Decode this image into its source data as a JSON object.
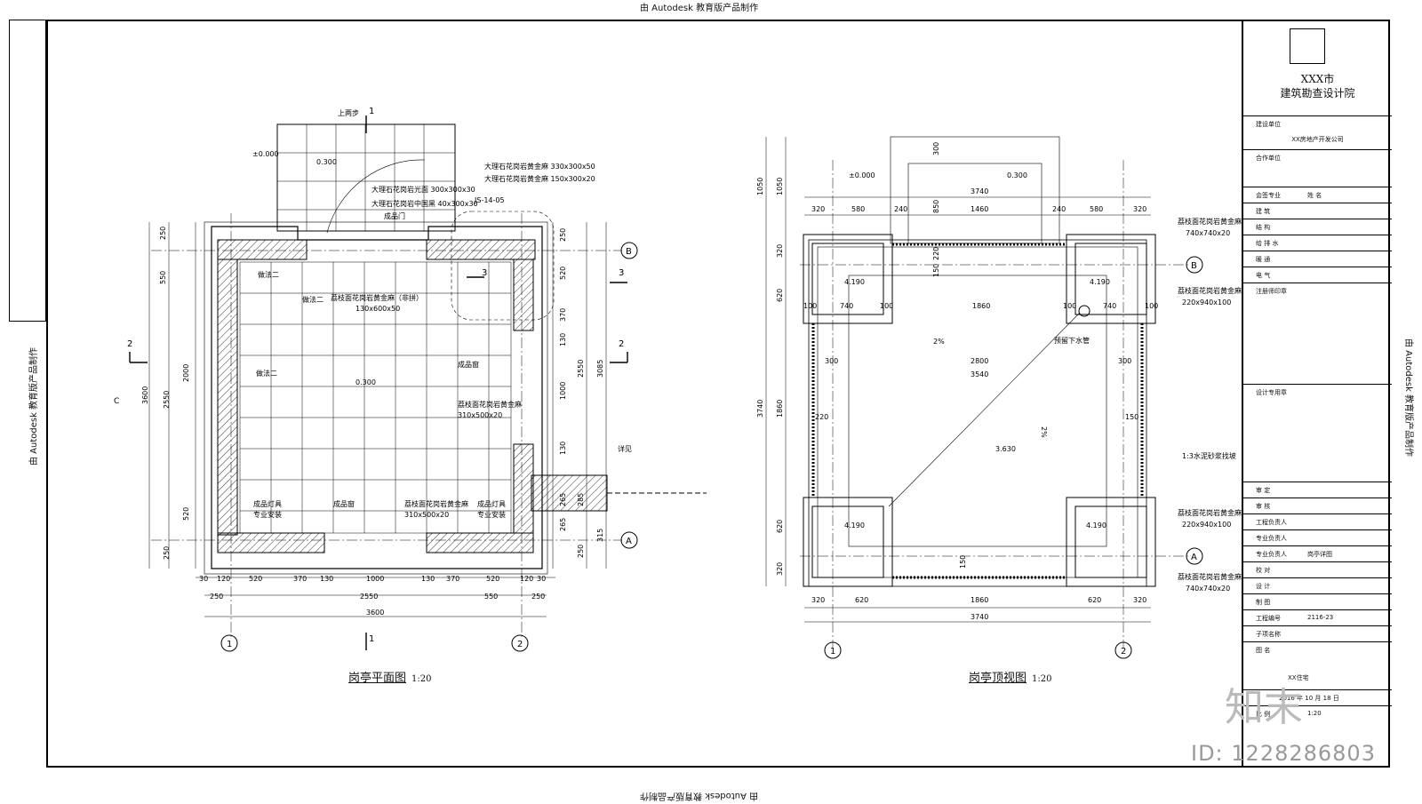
{
  "watermarks": {
    "top": "由 Autodesk 教育版产品制作",
    "side": "由 Autodesk 教育版产品制作"
  },
  "title_block": {
    "institute_city": "XXX市",
    "institute_name": "建筑勘查设计院",
    "client_label": "建设单位",
    "client_value": "XX房地产开发公司",
    "project_label": "合作单位",
    "disciplines": [
      {
        "k": "会签专业",
        "v": "姓 名"
      },
      {
        "k": "建 筑",
        "v": ""
      },
      {
        "k": "结 构",
        "v": ""
      },
      {
        "k": "给 排 水",
        "v": ""
      },
      {
        "k": "暖 通",
        "v": ""
      },
      {
        "k": "电 气",
        "v": ""
      }
    ],
    "notes_label": "注册师印章",
    "stamp_label": "设计专用章",
    "staff": [
      {
        "k": "审 定",
        "v": ""
      },
      {
        "k": "审 核",
        "v": ""
      },
      {
        "k": "工程负责人",
        "v": ""
      },
      {
        "k": "专业负责人",
        "v": ""
      },
      {
        "k": "专业负责人",
        "v": "岗亭详图"
      },
      {
        "k": "校 对",
        "v": ""
      },
      {
        "k": "设 计",
        "v": ""
      },
      {
        "k": "制 图",
        "v": ""
      }
    ],
    "job_no_label": "工程编号",
    "job_no": "2116-23",
    "subproject_label": "子项名称",
    "drawing_label": "图 名",
    "project_name": "XX住宅",
    "date": "2016 年 10 月 18 日",
    "scale_label": "比 例",
    "scale_value": "1:20"
  },
  "drawings": {
    "plan_caption": "岗亭平面图",
    "plan_scale": "1:20",
    "roof_caption": "岗亭顶视图",
    "roof_scale": "1:20"
  },
  "plan": {
    "elevations": [
      "±0.000",
      "0.300",
      "0.300"
    ],
    "labels": [
      "上两步",
      "大理石花岗岩黄金麻 330x300x50",
      "大理石花岗岩黄金麻 150x300x20",
      "大理石花岗岩光面 300x300x30",
      "大理石花岗岩中国黑 40x300x30",
      "成品门",
      "JS-14-05",
      "做法二",
      "做法二",
      "荔枝面花岗岩黄金麻（非拼）",
      "130x600x50",
      "做法二",
      "成品窗",
      "荔枝面花岗岩黄金麻",
      "310x500x20",
      "详见",
      "成品灯具",
      "专业安装",
      "成品窗",
      "荔枝面花岗岩黄金麻",
      "310x500x20",
      "成品灯具",
      "专业安装"
    ],
    "dims_bottom_1": [
      "30",
      "120",
      "520",
      "370",
      "130",
      "1000",
      "130",
      "370",
      "520",
      "120",
      "30"
    ],
    "dims_bottom_2": [
      "250",
      "2550",
      "550",
      "250"
    ],
    "dims_total": "3600",
    "dims_left": [
      "250",
      "550",
      "2000",
      "3600",
      "2550",
      "520",
      "250"
    ],
    "dims_right": [
      "250",
      "520",
      "370",
      "130",
      "1000",
      "130",
      "2550",
      "3085",
      "265",
      "285",
      "265",
      "315",
      "250"
    ],
    "axes": [
      "1",
      "2",
      "A",
      "B",
      "C"
    ],
    "sections": [
      "1",
      "1",
      "2",
      "2",
      "3",
      "3"
    ]
  },
  "roof": {
    "elevations": [
      "±0.000",
      "0.300",
      "4.190",
      "4.190",
      "4.190",
      "4.190",
      "3.630"
    ],
    "dims_top": [
      "320",
      "580",
      "240",
      "1460",
      "240",
      "580",
      "320"
    ],
    "dims_top_total": "3740",
    "dims_inner": [
      "100",
      "740",
      "100",
      "1860",
      "100",
      "740",
      "100"
    ],
    "dims_mid": [
      "2800",
      "3540"
    ],
    "dims_bottom": [
      "320",
      "620",
      "1860",
      "620",
      "320"
    ],
    "dims_bottom_total": "3740",
    "dims_left": [
      "1050",
      "1050",
      "320",
      "620",
      "1860",
      "3740",
      "620",
      "320"
    ],
    "dims_small": [
      "300",
      "850",
      "220",
      "150",
      "300",
      "300",
      "220",
      "150",
      "150"
    ],
    "slopes": [
      "2%",
      "2%"
    ],
    "labels": [
      "荔枝面花岗岩黄金麻",
      "740x740x20",
      "荔枝面花岗岩黄金麻",
      "220x940x100",
      "预留下水管",
      "1:3水泥砂浆找坡",
      "荔枝面花岗岩黄金麻",
      "220x940x100",
      "荔枝面花岗岩黄金麻",
      "740x740x20"
    ],
    "axes": [
      "1",
      "2",
      "A",
      "B"
    ]
  },
  "branding": {
    "logo": "知末",
    "id": "ID: 1228286803"
  }
}
